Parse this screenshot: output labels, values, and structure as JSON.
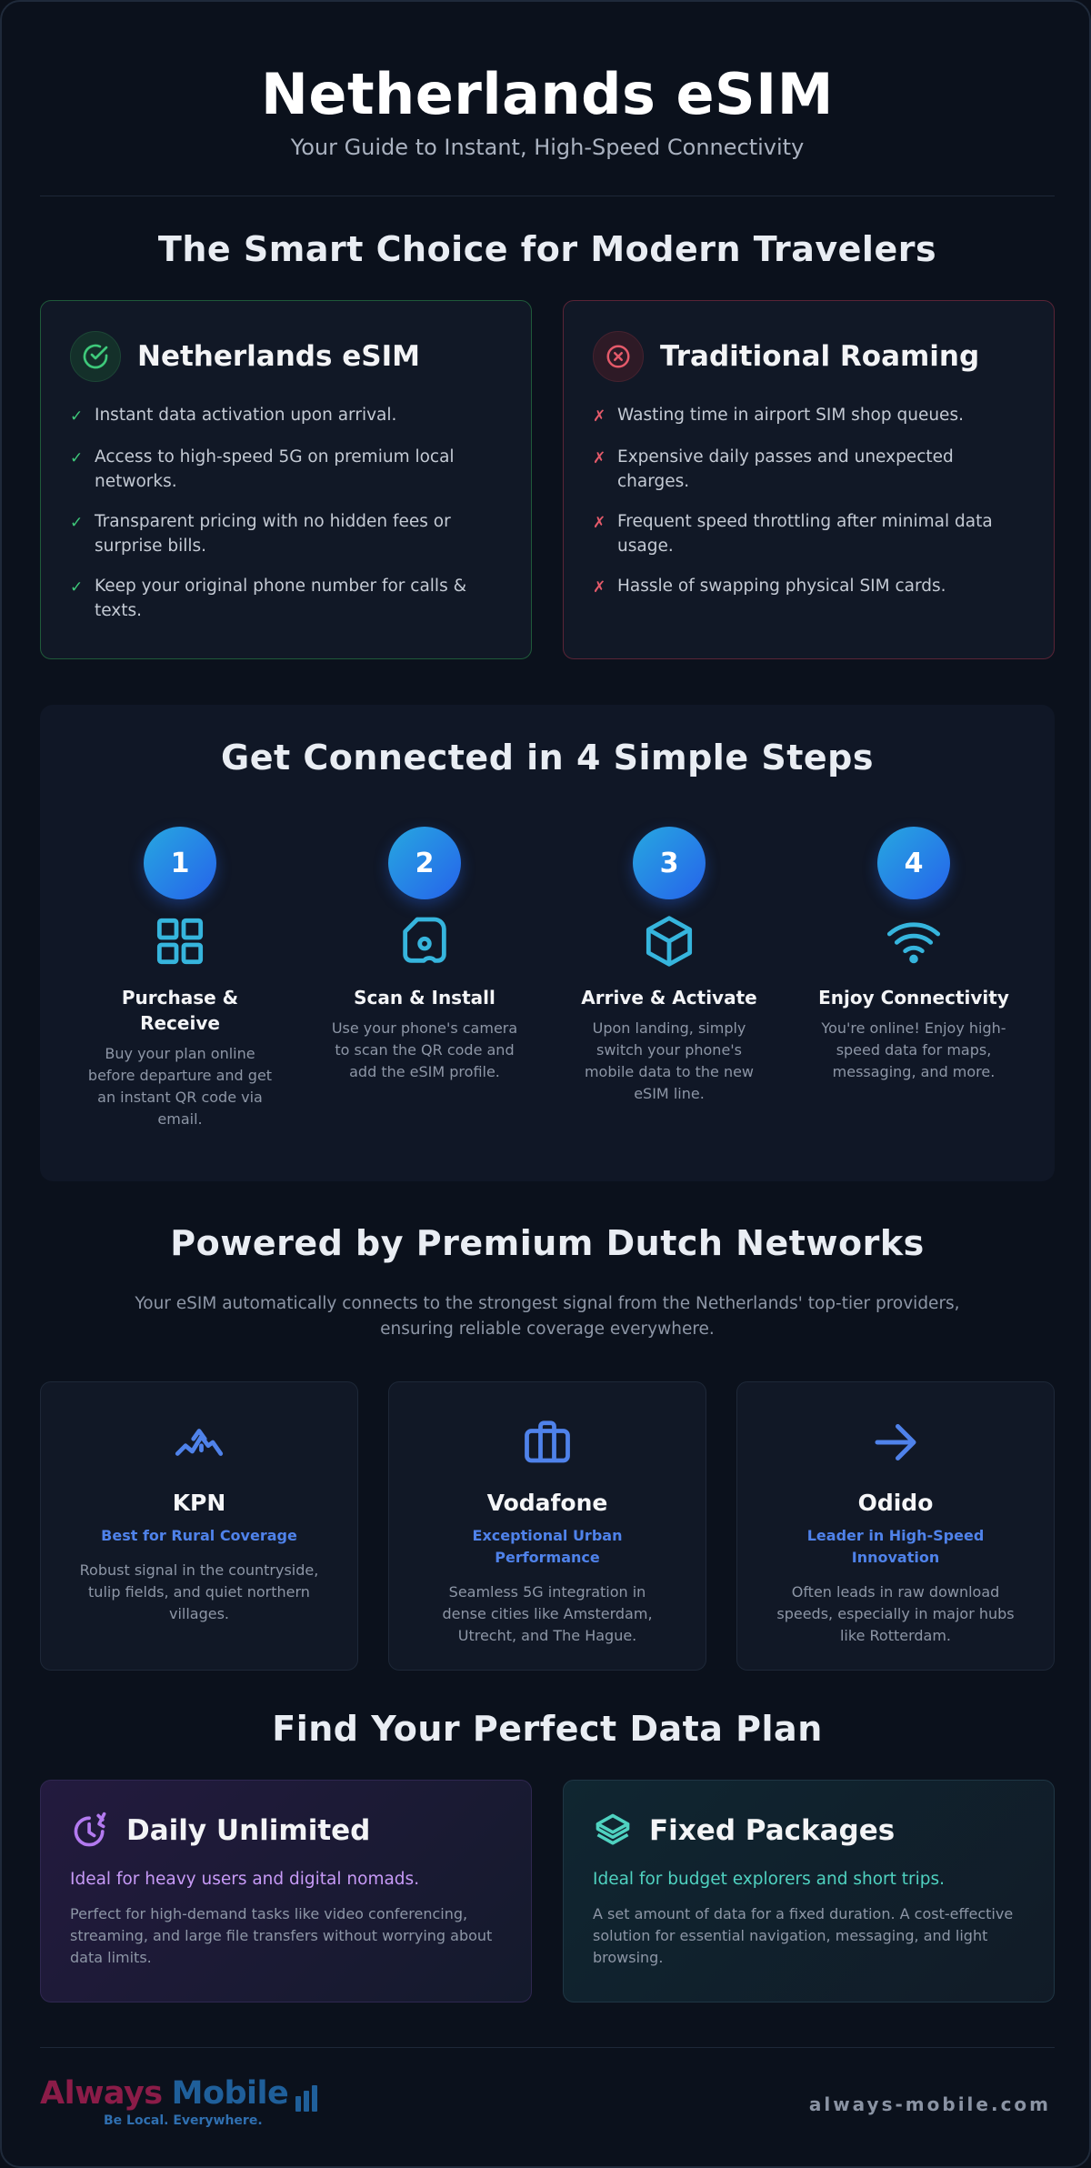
{
  "header": {
    "title": "Netherlands eSIM",
    "subtitle": "Your Guide to Instant, High-Speed Connectivity"
  },
  "comparison": {
    "title": "The Smart Choice for Modern Travelers",
    "esim": {
      "title": "Netherlands eSIM",
      "icon": "check-circle-icon",
      "mark": "✓",
      "items": [
        "Instant data activation upon arrival.",
        "Access to high-speed 5G on premium local networks.",
        "Transparent pricing with no hidden fees or surprise bills.",
        "Keep your original phone number for calls & texts."
      ]
    },
    "roaming": {
      "title": "Traditional Roaming",
      "icon": "x-circle-icon",
      "mark": "✗",
      "items": [
        "Wasting time in airport SIM shop queues.",
        "Expensive daily passes and unexpected charges.",
        "Frequent speed throttling after minimal data usage.",
        "Hassle of swapping physical SIM cards."
      ]
    }
  },
  "steps": {
    "title": "Get Connected in 4 Simple Steps",
    "items": [
      {
        "num": "1",
        "icon": "grid-icon",
        "title": "Purchase & Receive",
        "text": "Buy your plan online before departure and get an instant QR code via email."
      },
      {
        "num": "2",
        "icon": "sim-card-icon",
        "title": "Scan & Install",
        "text": "Use your phone's camera to scan the QR code and add the eSIM profile."
      },
      {
        "num": "3",
        "icon": "box-icon",
        "title": "Arrive & Activate",
        "text": "Upon landing, simply switch your phone's mobile data to the new eSIM line."
      },
      {
        "num": "4",
        "icon": "wifi-icon",
        "title": "Enjoy Connectivity",
        "text": "You're online! Enjoy high-speed data for maps, messaging, and more."
      }
    ]
  },
  "networks": {
    "title": "Powered by Premium Dutch Networks",
    "intro": "Your eSIM automatically connects to the strongest signal from the Netherlands' top-tier providers, ensuring reliable coverage everywhere.",
    "items": [
      {
        "icon": "mountain-icon",
        "name": "KPN",
        "tag": "Best for Rural Coverage",
        "text": "Robust signal in the countryside, tulip fields, and quiet northern villages."
      },
      {
        "icon": "briefcase-icon",
        "name": "Vodafone",
        "tag": "Exceptional Urban Performance",
        "text": "Seamless 5G integration in dense cities like Amsterdam, Utrecht, and The Hague."
      },
      {
        "icon": "arrow-right-icon",
        "name": "Odido",
        "tag": "Leader in High-Speed Innovation",
        "text": "Often leads in raw download speeds, especially in major hubs like Rotterdam."
      }
    ]
  },
  "plans": {
    "title": "Find Your Perfect Data Plan",
    "daily": {
      "icon": "clock-icon",
      "title": "Daily Unlimited",
      "tag": "Ideal for heavy users and digital nomads.",
      "text": "Perfect for high-demand tasks like video conferencing, streaming, and large file transfers without worrying about data limits."
    },
    "fixed": {
      "icon": "layers-icon",
      "title": "Fixed Packages",
      "tag": "Ideal for budget explorers and short trips.",
      "text": "A set amount of data for a fixed duration. A cost-effective solution for essential navigation, messaging, and light browsing."
    }
  },
  "footer": {
    "logo_always": "Always",
    "logo_mobile": "Mobile",
    "logo_tagline": "Be Local. Everywhere.",
    "website": "always-mobile.com"
  },
  "colors": {
    "accent_blue": "#2563eb",
    "step_icon": "#36b5dd",
    "success": "#3ec97a",
    "danger": "#e45a6a",
    "daily_purple": "#c79af7",
    "fixed_teal": "#4fd2c0"
  }
}
